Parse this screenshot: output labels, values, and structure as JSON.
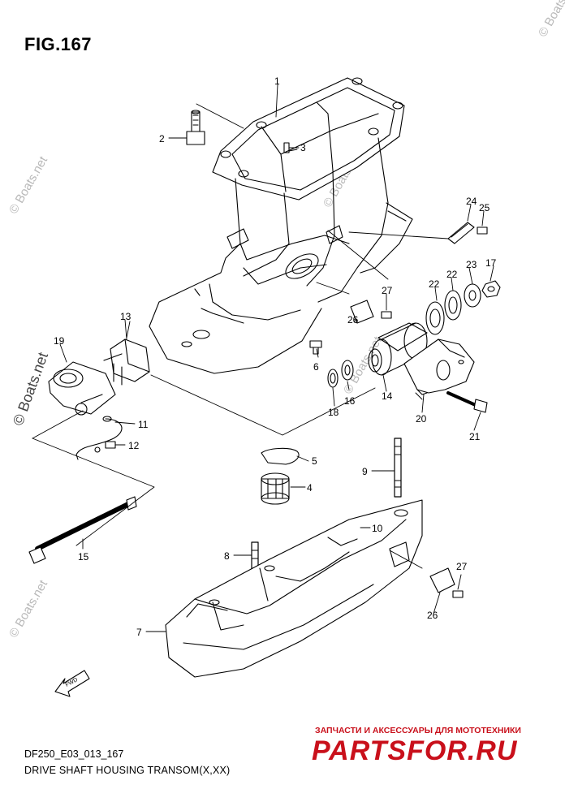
{
  "figure": {
    "title": "FIG.167",
    "code": "DF250_E03_013_167",
    "caption": "DRIVE SHAFT HOUSING TRANSOM(X,XX)"
  },
  "watermarks": [
    "© Boats.net",
    "© Boats.net",
    "© Boats.net",
    "© Boats.net",
    "© Boats.net",
    "© Boats.net",
    "© Boats.net"
  ],
  "brand": {
    "tagline": "ЗАПЧАСТИ И АКСЕССУАРЫ ДЛЯ МОТОТЕХНИКИ",
    "name": "PARTSFOR.RU"
  },
  "fwd_label": "FWD",
  "callouts": {
    "c1": "1",
    "c2": "2",
    "c3": "3",
    "c4": "4",
    "c5": "5",
    "c6": "6",
    "c7": "7",
    "c8": "8",
    "c9": "9",
    "c10": "10",
    "c11": "11",
    "c12": "12",
    "c13": "13",
    "c14": "14",
    "c15": "15",
    "c16": "16",
    "c17": "17",
    "c18": "18",
    "c19": "19",
    "c20": "20",
    "c21": "21",
    "c22a": "22",
    "c22b": "22",
    "c23": "23",
    "c24": "24",
    "c25": "25",
    "c26a": "26",
    "c26b": "26",
    "c27a": "27",
    "c27b": "27"
  },
  "colors": {
    "line": "#000000",
    "brand": "#c9101b",
    "watermark": "#b9b9b9"
  }
}
